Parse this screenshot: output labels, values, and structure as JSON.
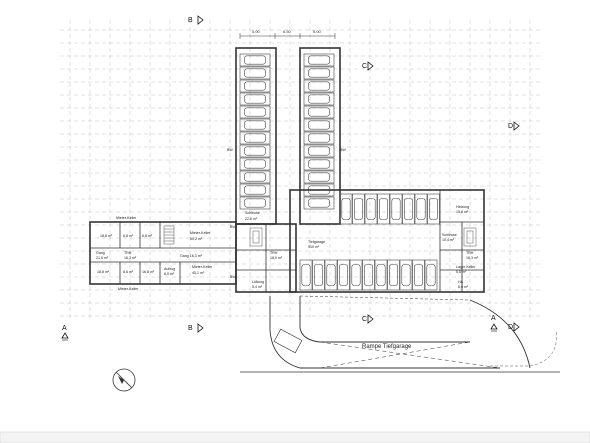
{
  "sections": {
    "a": "A",
    "b": "B",
    "c": "C",
    "d": "D"
  },
  "dimensions": {
    "left": "5.00",
    "middle": "6.50",
    "right": "5.00"
  },
  "rooms": {
    "mieter_keller_top": "Mieter-Keller",
    "mieter_keller_bottom": "Mieter-Keller",
    "room_a_name": "",
    "room_a_area": "18,8 m²",
    "room_b_area": "6,8 m²",
    "room_c_area": "6,8 m²",
    "mieter_keller_mid_name": "Mieter-Keller",
    "mieter_keller_mid_area": "50,2 m²",
    "gang_left_name": "Gang",
    "gang_left_area": "21,5 m²",
    "trh_left_name": "TRH",
    "trh_left_area": "16,3 m²",
    "gang_mid_label": "Gang 16,3 m²",
    "room_d_area": "18,8 m²",
    "room_e_area": "8,6 m²",
    "room_f_area": "16,8 m²",
    "aufzug_name": "Aufzug",
    "aufzug_area": "6,0 m²",
    "mieter_keller_low_name": "Mieter-Keller",
    "mieter_keller_low_area": "45,1 m²",
    "schleuse_name": "Schleuse",
    "schleuse_area": "22,6 m²",
    "trh_mid_name": "TRH",
    "trh_mid_area": "18,0 m²",
    "lueftung_name": "Lüftung",
    "lueftung_area": "5,4 m²",
    "tiefgarage_name": "Tiefgarage",
    "tiefgarage_area": "910 m²",
    "heizung_name": "Heizung",
    "heizung_area": "15,6 m²",
    "schleuse_right_name": "Schleuse",
    "schleuse_right_area": "10,4 m²",
    "trh_right_name": "TRH",
    "trh_right_area": "16,3 m²",
    "lager_name": "Lager Keller",
    "lager_area": "5,6 m²",
    "hak_name": "HA",
    "hak_area": "6,0 m²"
  },
  "labels": {
    "ramp": "Rampe Tiefgarage",
    "bw_1": "BW",
    "bw_2": "BW",
    "bw_3": "BW",
    "bw_4": "BW"
  },
  "colors": {
    "line": "#333333",
    "grid": "#b5b5b5",
    "text": "#222222"
  }
}
